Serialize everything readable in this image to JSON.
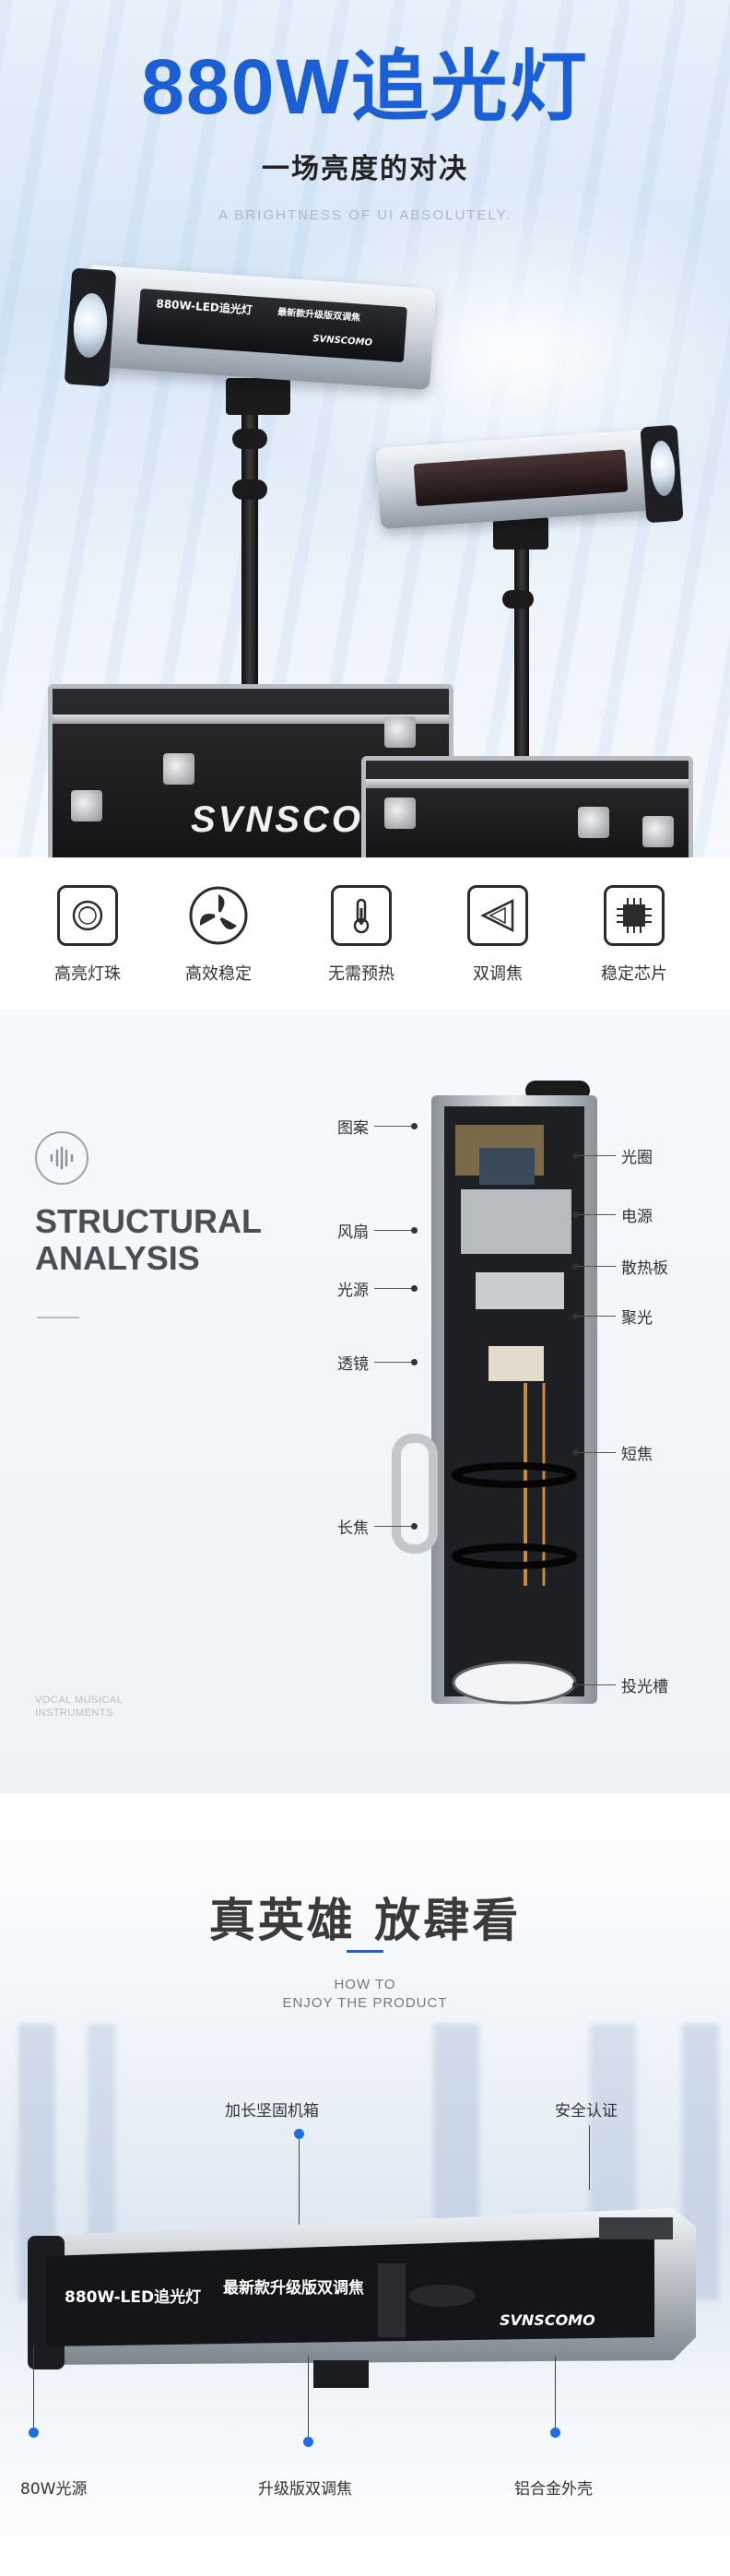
{
  "hero": {
    "title": "880W追光灯",
    "subtitle": "一场亮度的对决",
    "tagline": "A BRIGHTNESS OF UI ABSOLUTELY.",
    "light_label_1": "880W-LED追光灯",
    "light_label_2": "最新款升级版双调焦",
    "brand_small": "SVNSCOMO",
    "case_brand": "SVNSCOM"
  },
  "features": [
    {
      "label": "高亮灯珠",
      "icon": "bulb-icon"
    },
    {
      "label": "高效稳定",
      "icon": "fan-icon"
    },
    {
      "label": "无需预热",
      "icon": "thermometer-icon"
    },
    {
      "label": "双调焦",
      "icon": "focus-cone-icon"
    },
    {
      "label": "稳定芯片",
      "icon": "chip-icon"
    }
  ],
  "structure": {
    "title_line1": "STRUCTURAL",
    "title_line2": "ANALYSIS",
    "footer_line1": "VOCAL MUSICAL",
    "footer_line2": "INSTRUMENTS",
    "left_callouts": [
      "图案",
      "风扇",
      "光源",
      "透镜",
      "长焦"
    ],
    "right_callouts": [
      "光圈",
      "电源",
      "散热板",
      "聚光",
      "短焦",
      "投光槽"
    ]
  },
  "howto": {
    "title": "真英雄 放肆看",
    "en_line1": "HOW TO",
    "en_line2": "ENJOY THE PRODUCT",
    "callouts_top": [
      "加长坚固机箱",
      "安全认证"
    ],
    "callouts_bottom": [
      "80W光源",
      "升级版双调焦",
      "铝合金外壳"
    ],
    "device_label_1": "880W-LED追光灯",
    "device_label_2": "最新款升级版双调焦",
    "device_brand": "SVNSCOMO"
  },
  "colors": {
    "accent": "#1b5fd6",
    "dot": "#1b6fe0"
  }
}
